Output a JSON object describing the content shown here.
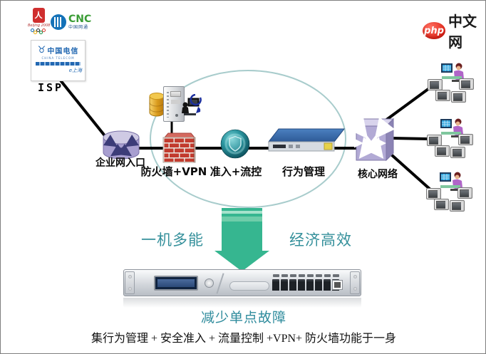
{
  "watermark": {
    "badge": "php",
    "text": "中文网"
  },
  "isp_block": {
    "label": "ISP",
    "olympics_emblem": "人",
    "olympics_caption": "Beijing 2008",
    "cnc_abbr": "CNC",
    "cnc_name": "中国网通",
    "telecom_name": "中国电信",
    "telecom_sub": "CHINA TELECOM",
    "telecom_mark": "e上海"
  },
  "nodes": {
    "entrance": "企业网入口",
    "firewall": "防火墙+VPN",
    "access": "准入+流控",
    "behavior": "行为管理",
    "core": "核心网络"
  },
  "benefits": {
    "left": "一机多能",
    "right": "经济高效"
  },
  "caption": "减少单点故障",
  "summary": "集行为管理 + 安全准入 + 流量控制 +VPN+ 防火墙功能于一身",
  "colors": {
    "teal_text": "#35909b",
    "arrow_green": "#36b690",
    "brick_red": "#c23b2e",
    "lavender": "#aba3d2",
    "device_blue": "#3e72b3",
    "sphere_teal": "#156872",
    "ellipse_stroke": "#a8cccc",
    "watermark_red": "#e02417"
  }
}
